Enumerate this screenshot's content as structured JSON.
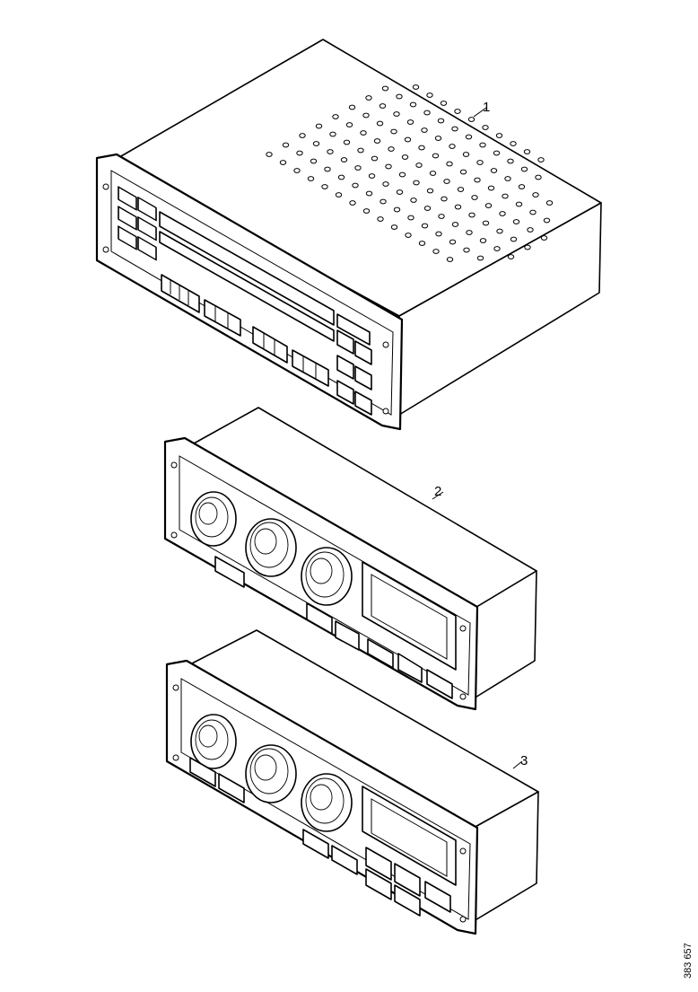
{
  "callouts": {
    "unit1": "1",
    "unit2": "2",
    "unit3": "3"
  },
  "figure_code": "383 657",
  "icons": [
    "knob-icon",
    "display-window-icon",
    "button-icon",
    "screw-icon"
  ]
}
